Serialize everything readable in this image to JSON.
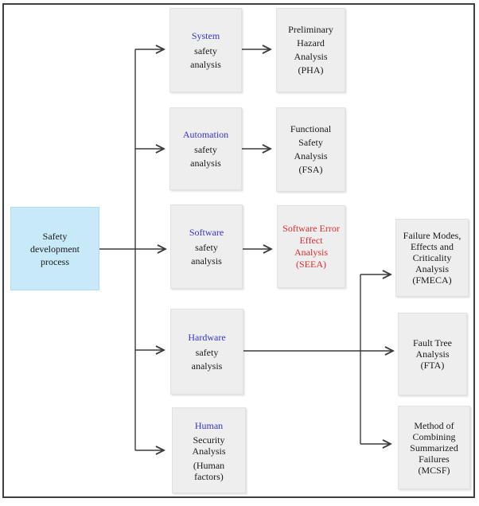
{
  "diagram": {
    "type": "flowchart",
    "colors": {
      "root_fill": "#c7e9f8",
      "node_fill": "#efeeee",
      "title_blue": "#3434cc",
      "alert_red": "#df2d2d",
      "connector": "#3b3b3b",
      "frame": "#3f3f3f"
    },
    "nodes": {
      "root": {
        "lines": [
          "Safety",
          "development",
          "process"
        ]
      },
      "system": {
        "title": "System",
        "lines": [
          "safety",
          "analysis"
        ]
      },
      "automation": {
        "title": "Automation",
        "lines": [
          "safety",
          "analysis"
        ]
      },
      "software": {
        "title": "Software",
        "lines": [
          "safety",
          "analysis"
        ]
      },
      "hardware": {
        "title": "Hardware",
        "lines": [
          "safety",
          "analysis"
        ]
      },
      "human": {
        "title": "Human",
        "lines": [
          "Security",
          "Analysis"
        ],
        "note": [
          "(Human",
          "factors)"
        ]
      },
      "pha": {
        "lines": [
          "Preliminary",
          "Hazard",
          "Analysis",
          "(PHA)"
        ]
      },
      "fsa": {
        "lines": [
          "Functional",
          "Safety",
          "Analysis",
          "(FSA)"
        ]
      },
      "seea": {
        "lines": [
          "Software Error",
          "Effect",
          "Analysis",
          "(SEEA)"
        ]
      },
      "fmeca": {
        "lines": [
          "Failure Modes,",
          "Effects and",
          "Criticality",
          "Analysis",
          "(FMECA)"
        ]
      },
      "fta": {
        "lines": [
          "Fault Tree",
          "Analysis",
          "(FTA)"
        ]
      },
      "mcsf": {
        "lines": [
          "Method of",
          "Combining",
          "Summarized",
          "Failures",
          "(MCSF)"
        ]
      }
    }
  }
}
